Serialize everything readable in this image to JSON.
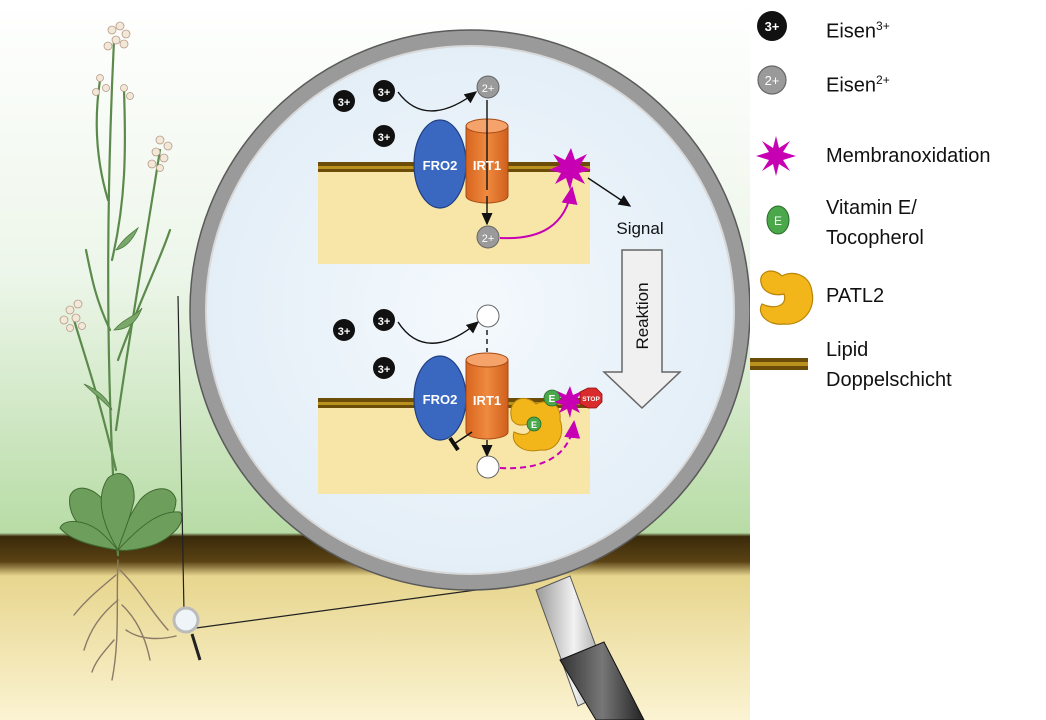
{
  "legend": {
    "iron3": {
      "badge": "3+",
      "label": "Eisen",
      "sup": "3+"
    },
    "iron2": {
      "badge": "2+",
      "label": "Eisen",
      "sup": "2+"
    },
    "membrane_oxidation": {
      "label": "Membranoxidation"
    },
    "vitamin_e": {
      "badge": "E",
      "label_line1": "Vitamin E/",
      "label_line2": "Tocopherol"
    },
    "patl2": {
      "label": "PATL2"
    },
    "lipid_bilayer": {
      "label_line1": "Lipid",
      "label_line2": "Doppelschicht"
    }
  },
  "diagram": {
    "top_panel": {
      "iron3_badges": [
        "3+",
        "3+",
        "3+"
      ],
      "iron2_badges": [
        "2+",
        "2+"
      ],
      "fro2_label": "FRO2",
      "irt1_label": "IRT1"
    },
    "bottom_panel": {
      "iron3_badges": [
        "3+",
        "3+",
        "3+"
      ],
      "fro2_label": "FRO2",
      "irt1_label": "IRT1",
      "vitamin_e_badge": "E",
      "patl2_badge": "E",
      "stop_label": "STOP"
    },
    "signal_label": "Signal",
    "reaktion_label": "Reaktion"
  },
  "colors": {
    "iron3": "#111111",
    "iron2": "#9a9a9a",
    "fro2": "#3a68c0",
    "irt1": "#e8782e",
    "membrane_oxidation": "#c800b4",
    "vitamin_e": "#4aa84a",
    "patl2": "#f2b51a",
    "lipid_bilayer": "#8a6a10",
    "stop": "#d92b2b",
    "soil": "#f5e6b0",
    "sky_green": "#bfe0b0"
  }
}
